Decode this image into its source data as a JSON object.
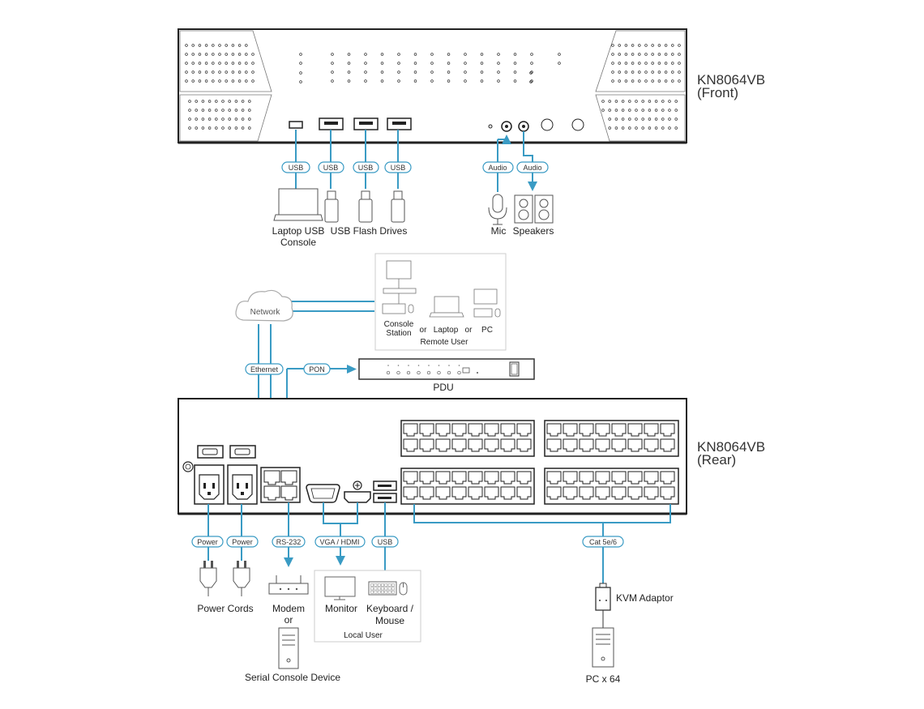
{
  "front": {
    "model": "KN8064VB",
    "view": "(Front)"
  },
  "rear": {
    "model": "KN8064VB",
    "view": "(Rear)"
  },
  "pills": {
    "usb": "USB",
    "audio": "Audio",
    "ethernet": "Ethernet",
    "pon": "PON",
    "power": "Power",
    "rs232": "RS-232",
    "vga_hdmi": "VGA / HDMI",
    "cat": "Cat 5e/6"
  },
  "network": "Network",
  "labels": {
    "laptop_usb_console_1": "Laptop USB",
    "laptop_usb_console_2": "Console",
    "usb_flash_drives": "USB Flash Drives",
    "mic": "Mic",
    "speakers": "Speakers",
    "console_station_1": "Console",
    "console_station_2": "Station",
    "or": "or",
    "laptop": "Laptop",
    "pc": "PC",
    "remote_user": "Remote User",
    "pdu": "PDU",
    "power_cords": "Power Cords",
    "modem": "Modem",
    "serial_console_device": "Serial Console Device",
    "monitor": "Monitor",
    "keyboard_mouse_1": "Keyboard /",
    "keyboard_mouse_2": "Mouse",
    "local_user": "Local User",
    "kvm_adaptor": "KVM Adaptor",
    "pc_x64": "PC x 64"
  }
}
